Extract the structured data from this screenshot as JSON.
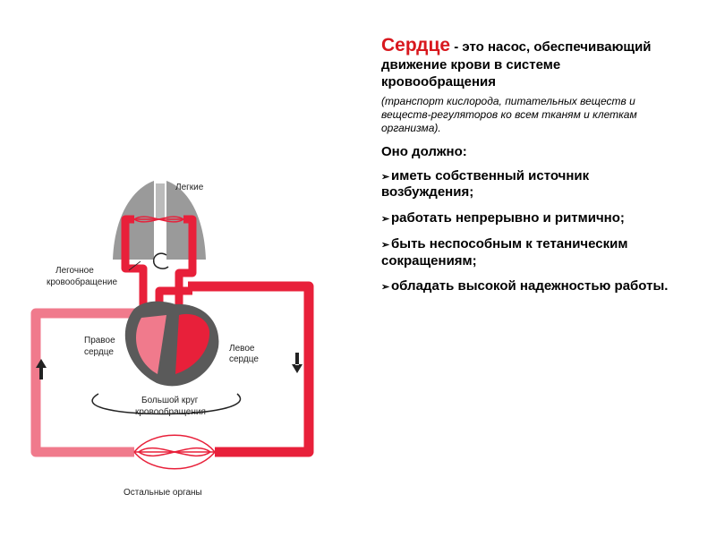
{
  "diagram": {
    "labels": {
      "lungs": "Легкие",
      "pulmonary_line1": "Легочное",
      "pulmonary_line2": "кровообращение",
      "right_heart_line1": "Правое",
      "right_heart_line2": "сердце",
      "left_heart_line1": "Левое",
      "left_heart_line2": "сердце",
      "systemic_line1": "Большой круг",
      "systemic_line2": "кровообращения",
      "organs": "Остальные органы"
    },
    "colors": {
      "vessel": "#e8203a",
      "vessel_light": "#f07a8c",
      "tissue": "#9a9a9a",
      "heart_dark": "#5a5a5a"
    }
  },
  "text": {
    "title_word": "Сердце",
    "title_rest": " - это насос, обеспечивающий движение крови в системе кровообращения",
    "description": "(транспорт кислорода, питательных веществ и веществ-регуляторов ко всем тканям и клеткам организма).",
    "must_heading": "Оно должно:",
    "requirements": [
      "иметь собственный источник возбуждения;",
      "работать непрерывно и ритмично;",
      "быть неспособным к тетаническим сокращениям;",
      "обладать высокой надежностью работы."
    ],
    "bullet_glyph": "➢",
    "title_color": "#d8181e"
  }
}
